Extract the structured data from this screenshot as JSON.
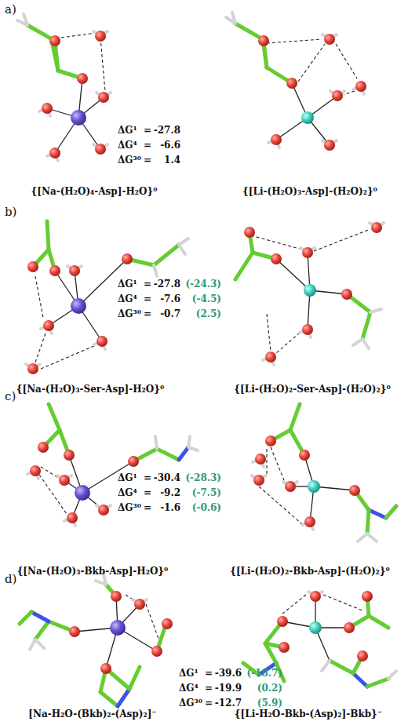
{
  "diagram": {
    "labels": [
      "a)",
      "{[Na-(H₂O)₄-Asp]-H₂O}⁰",
      "{[Li-(H₂O)₃-Asp]-(H₂O)₂}⁰",
      "ΔG¹",
      "=",
      "-27.8",
      "ΔG⁴",
      "=",
      "-6.6",
      "ΔG³⁰",
      "=",
      "1.4",
      "b)",
      "{[Na-(H₂O)₃-Ser-Asp]-H₂O}⁰",
      "{[Li-(H₂O)₂-Ser-Asp]-(H₂O)₂}⁰",
      "ΔG¹",
      "=",
      "-27.8",
      "(-24.3)",
      "ΔG⁴",
      "=",
      "-7.6",
      "(-4.5)",
      "ΔG³⁰",
      "=",
      "-0.7",
      "(2.5)",
      "c)",
      "{[Na-(H₂O)₃-Bkb-Asp]-H₂O}⁰",
      "{[Li-(H₂O)₂-Bkb-Asp]-(H₂O)₂}⁰",
      "ΔG¹",
      "=",
      "-30.4",
      "(-28.3)",
      "ΔG⁴",
      "=",
      "-9.2",
      "(-7.5)",
      "ΔG³⁰",
      "=",
      "-1.6",
      "(-0.6)",
      "d)",
      "[Na-H₂O-(Bkb)₂-(Asp)₂]⁻",
      "{[Li-H₂O-Bkb-(Asp)₂]-Bkb}⁻",
      "ΔG¹",
      "=",
      "-39.6",
      "(-18.7)",
      "ΔG⁴",
      "=",
      "-19.9",
      "(0.2)",
      "ΔG³⁰",
      "=",
      "-12.7",
      "(5.9)"
    ]
  }
}
